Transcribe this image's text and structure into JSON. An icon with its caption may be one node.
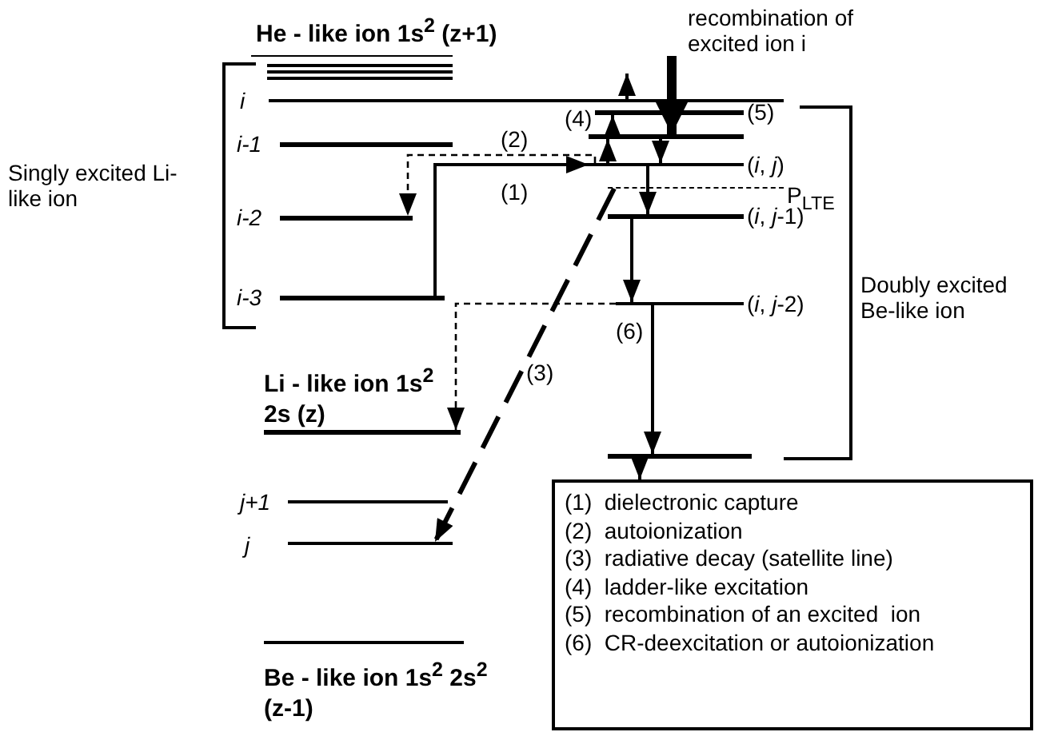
{
  "diagram": {
    "nodes": [
      {
        "text": [
          "recombination of excited ion i"
        ]
      },
      {
        "text": [],
        "shape": "bar",
        "beside": [
          "i"
        ]
      },
      {
        "text": [],
        "shape": "bar",
        "beside": [
          "(5)"
        ]
      },
      {
        "text": [],
        "shape": "bar"
      },
      {
        "text": [],
        "shape": "bar",
        "beside": [
          "i-1"
        ]
      },
      {
        "text": [],
        "shape": "bar",
        "beside": [
          "(*i*, *j*)"
        ]
      },
      {
        "text": [],
        "shape": "bar",
        "beside": [
          "P$_{LTE}$"
        ]
      },
      {
        "text": [],
        "shape": "bar",
        "beside": [
          "i-2"
        ]
      },
      {
        "text": [],
        "shape": "bar",
        "beside": [
          "(*i*, *j*-1)"
        ]
      },
      {
        "text": [],
        "shape": "bar",
        "beside": [
          "i-3"
        ]
      },
      {
        "text": [],
        "shape": "bar",
        "beside": [
          "(*i*, *j*-2)"
        ]
      },
      {
        "text": [],
        "shape": "bar",
        "beside": [
          "Li - like ion 1s$^{2}$ 2s (z)"
        ]
      },
      {
        "text": [],
        "shape": "bar"
      },
      {
        "text": [],
        "shape": "bar",
        "beside": [
          "j+1"
        ]
      },
      {
        "text": [],
        "shape": "bar",
        "beside": [
          "j"
        ]
      },
      {
        "text": [
          "(1)  dielectronic capture",
          "(2)  autoionization",
          "(3)  radiative decay (satellite line)",
          "(4)  ladder-like excitation",
          "(5)  recombination of an excited  ion",
          "(6)  CR-deexcitation or autoionization"
        ]
      },
      {
        "text": [],
        "shape": "bar",
        "beside": [
          "Be - like ion 1s$^{2}$ 2s$^{2}$ (z-1)"
        ]
      }
    ],
    "edges": [
      {
        "from": 9,
        "to": 5,
        "arrow": "to",
        "label": "(1)"
      },
      {
        "from": 5,
        "to": 7,
        "arrow": "to",
        "label": "(2)",
        "style": "dashed"
      },
      {
        "from": 6,
        "to": 14,
        "arrow": "to",
        "label": "(3)",
        "style": "dashed"
      },
      {
        "from": 5,
        "to": 3,
        "arrow": "to",
        "label": "(4)"
      },
      {
        "from": 3,
        "to": 2,
        "arrow": "to"
      },
      {
        "from": 1,
        "to": null,
        "arrow": "to"
      },
      {
        "from": 0,
        "to": 3,
        "arrow": "to",
        "style": "thick"
      },
      {
        "from": 3,
        "to": 5,
        "arrow": "to"
      },
      {
        "from": 5,
        "to": 8,
        "arrow": "to"
      },
      {
        "from": 8,
        "to": 10,
        "arrow": "to"
      },
      {
        "from": 10,
        "to": 12,
        "arrow": "to",
        "label": "(6)"
      },
      {
        "from": 12,
        "to": 15,
        "arrow": "to"
      },
      {
        "from": 10,
        "to": 11,
        "arrow": "to",
        "style": "dashed"
      }
    ],
    "labels": [
      "He - like ion 1s$^{2}$ (z+1)",
      "Singly excited Li-like ion",
      "Doubly excited Be-like ion"
    ]
  }
}
